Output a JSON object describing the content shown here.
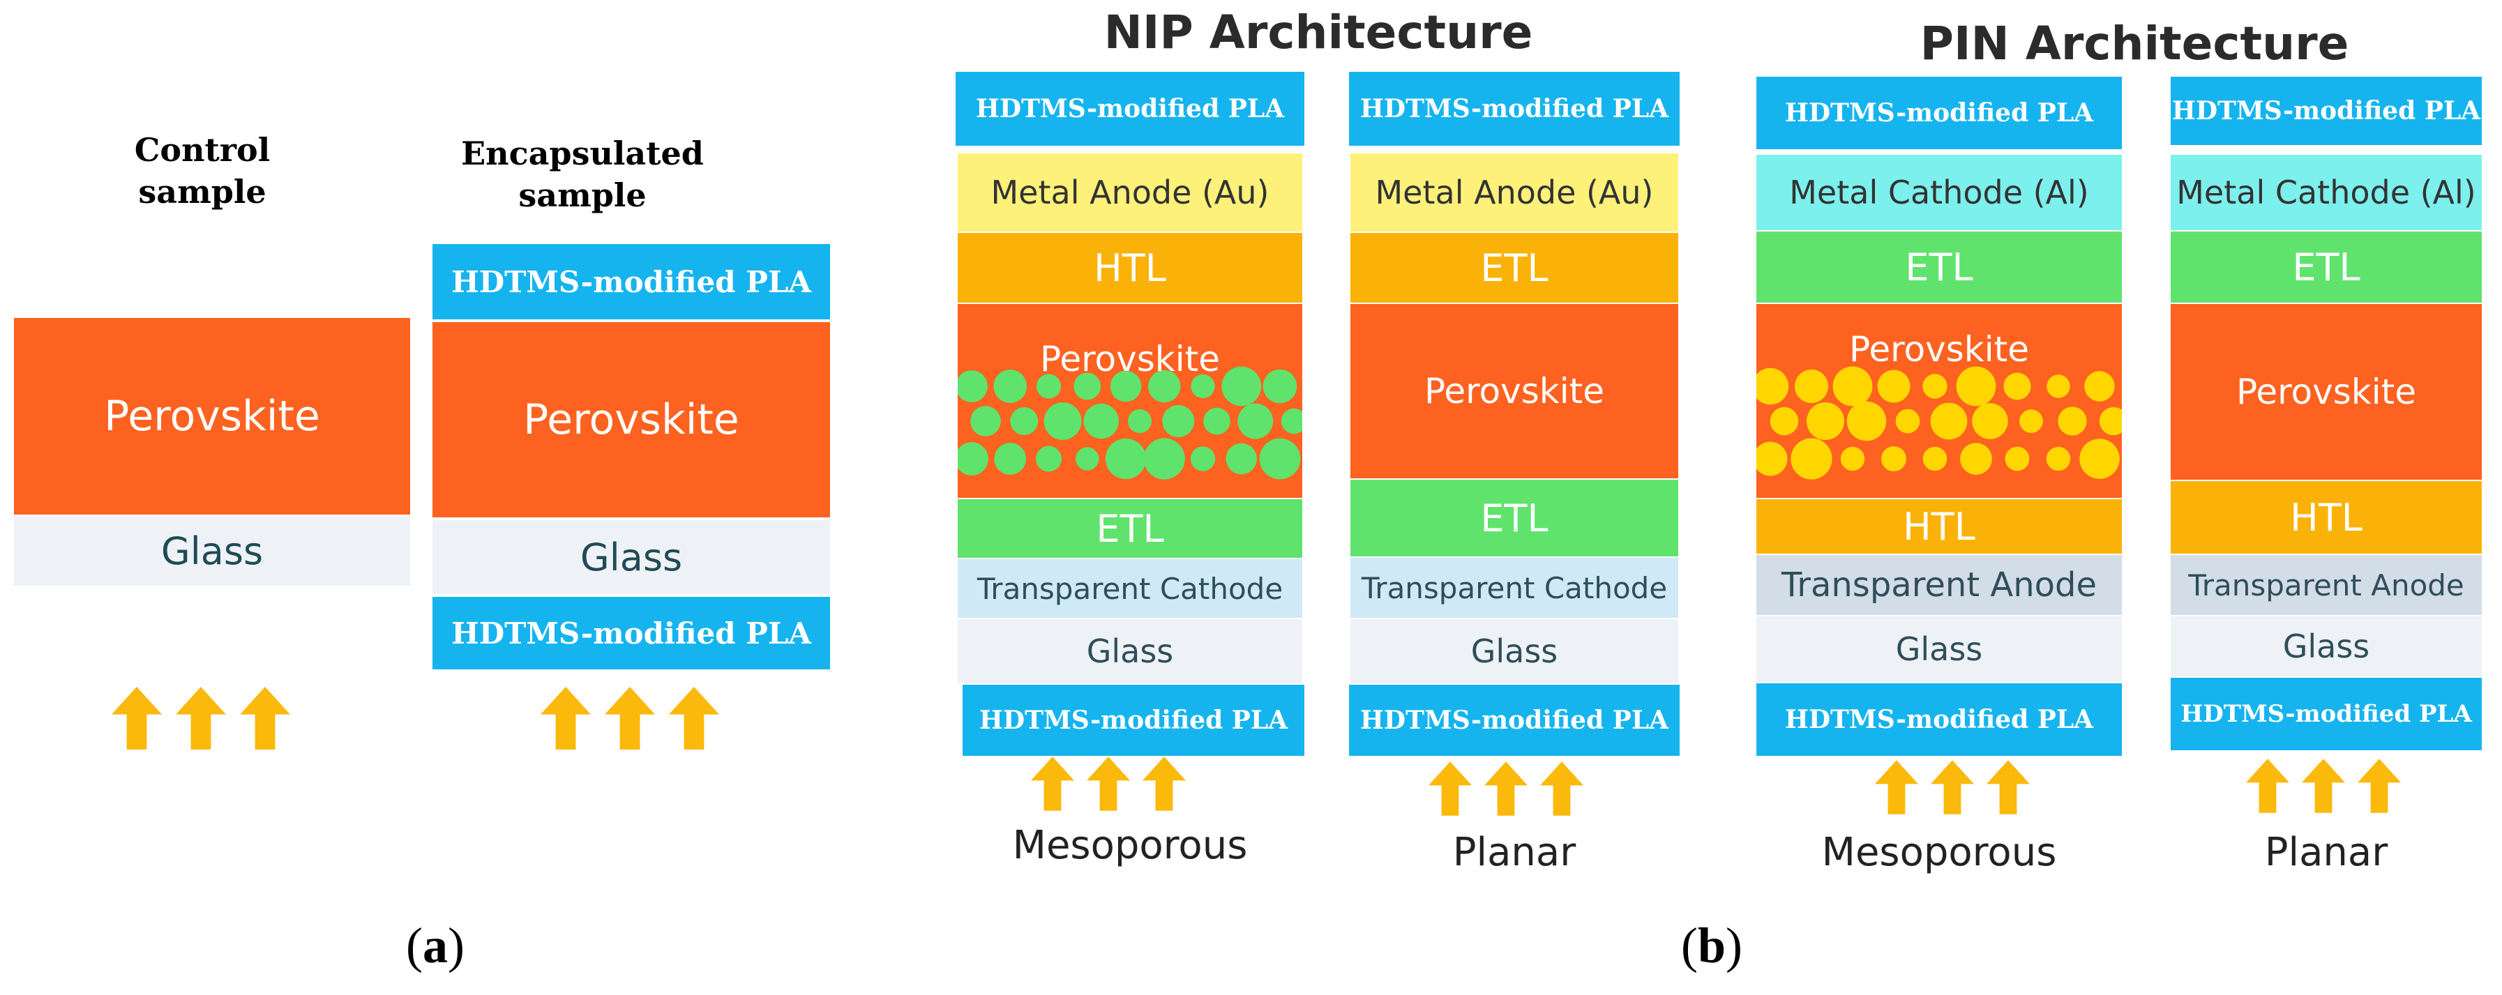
{
  "colors": {
    "pla": "#16b4ee",
    "perovskite": "#fd6220",
    "glass": "#eef2f6",
    "anode_metal": "#fdf17a",
    "htl": "#fbb208",
    "etl": "#5fe36c",
    "cathode_metal": "#7cf0ec",
    "transparent_cathode": "#cfe9f7",
    "transparent_anode": "#d3dde7",
    "arrow": "#fbb90c",
    "particles_etl": "#5fe36c",
    "particles_htl": "#ffd600"
  },
  "panel_a": {
    "control_label": "Control\nsample",
    "encapsulated_label": "Encapsulated\nsample",
    "control_perovskite": "Perovskite",
    "control_glass": "Glass",
    "enc_top_pla": "HDTMS-modified PLA",
    "enc_perovskite": "Perovskite",
    "enc_glass": "Glass",
    "enc_bottom_pla": "HDTMS-modified PLA",
    "caption": "(a)",
    "caption_letter": "a",
    "caption_open": "(",
    "caption_close": ")"
  },
  "panel_b": {
    "nip_title": "NIP Architecture",
    "pin_title": "PIN Architecture",
    "caption_open": "(",
    "caption_letter": "b",
    "caption_close": ")",
    "nip_meso": {
      "top_pla": "HDTMS-modified PLA",
      "metal": "Metal Anode (Au)",
      "transport_top": "HTL",
      "perovskite": "Perovskite",
      "transport_bottom": "ETL",
      "transparent": "Transparent Cathode",
      "glass": "Glass",
      "bottom_pla": "HDTMS-modified PLA",
      "label": "Mesoporous"
    },
    "nip_planar": {
      "top_pla": "HDTMS-modified PLA",
      "metal": "Metal Anode (Au)",
      "transport_top": "ETL",
      "perovskite": "Perovskite",
      "transport_bottom": "ETL",
      "transparent": "Transparent Cathode",
      "glass": "Glass",
      "bottom_pla": "HDTMS-modified PLA",
      "label": "Planar"
    },
    "pin_meso": {
      "top_pla": "HDTMS-modified PLA",
      "metal": "Metal Cathode (Al)",
      "transport_top": "ETL",
      "perovskite": "Perovskite",
      "transport_bottom": "HTL",
      "transparent": "Transparent Anode",
      "glass": "Glass",
      "bottom_pla": "HDTMS-modified PLA",
      "label": "Mesoporous"
    },
    "pin_planar": {
      "top_pla": "HDTMS-modified PLA",
      "metal": "Metal Cathode (Al)",
      "transport_top": "ETL",
      "perovskite": "Perovskite",
      "transport_bottom": "HTL",
      "transparent": "Transparent Anode",
      "glass": "Glass",
      "bottom_pla": "HDTMS-modified PLA",
      "label": "Planar"
    }
  }
}
